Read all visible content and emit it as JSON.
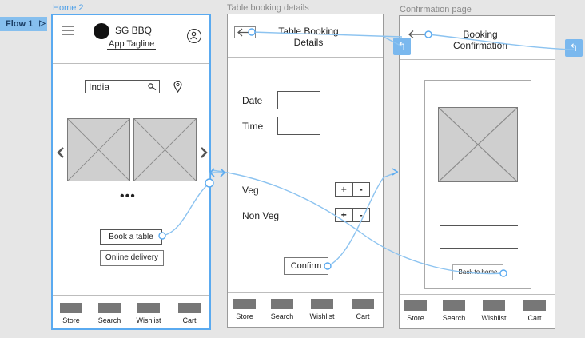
{
  "flow": {
    "label": "Flow 1"
  },
  "frames": {
    "home": {
      "title": "Home 2"
    },
    "booking": {
      "title": "Table booking details"
    },
    "confirm": {
      "title": "Confirmation page"
    }
  },
  "home": {
    "brand": "SG BBQ",
    "tagline": "App Tagline",
    "location_value": "India",
    "book_button": "Book a table",
    "delivery_button": "Online delivery",
    "carousel_dots": "•••",
    "icons": {
      "menu": "hamburger-icon",
      "profile": "user-edit-icon",
      "search": "search-icon",
      "pin": "location-pin-icon",
      "prev": "chevron-left-icon",
      "next": "chevron-right-icon"
    }
  },
  "booking": {
    "title": "Table Booking Details",
    "date_label": "Date",
    "time_label": "Time",
    "veg_label": "Veg",
    "nonveg_label": "Non Veg",
    "plus": "+",
    "minus": "-",
    "confirm_button": "Confirm"
  },
  "confirm": {
    "title": "Booking Confirmation",
    "back_home_button": "Back to home"
  },
  "nav": {
    "store": "Store",
    "search": "Search",
    "wishlist": "Wishlist",
    "cart": "Cart"
  },
  "colors": {
    "selection": "#5aaaf0",
    "link": "#8cc3f0",
    "canvas": "#e6e6e6"
  }
}
